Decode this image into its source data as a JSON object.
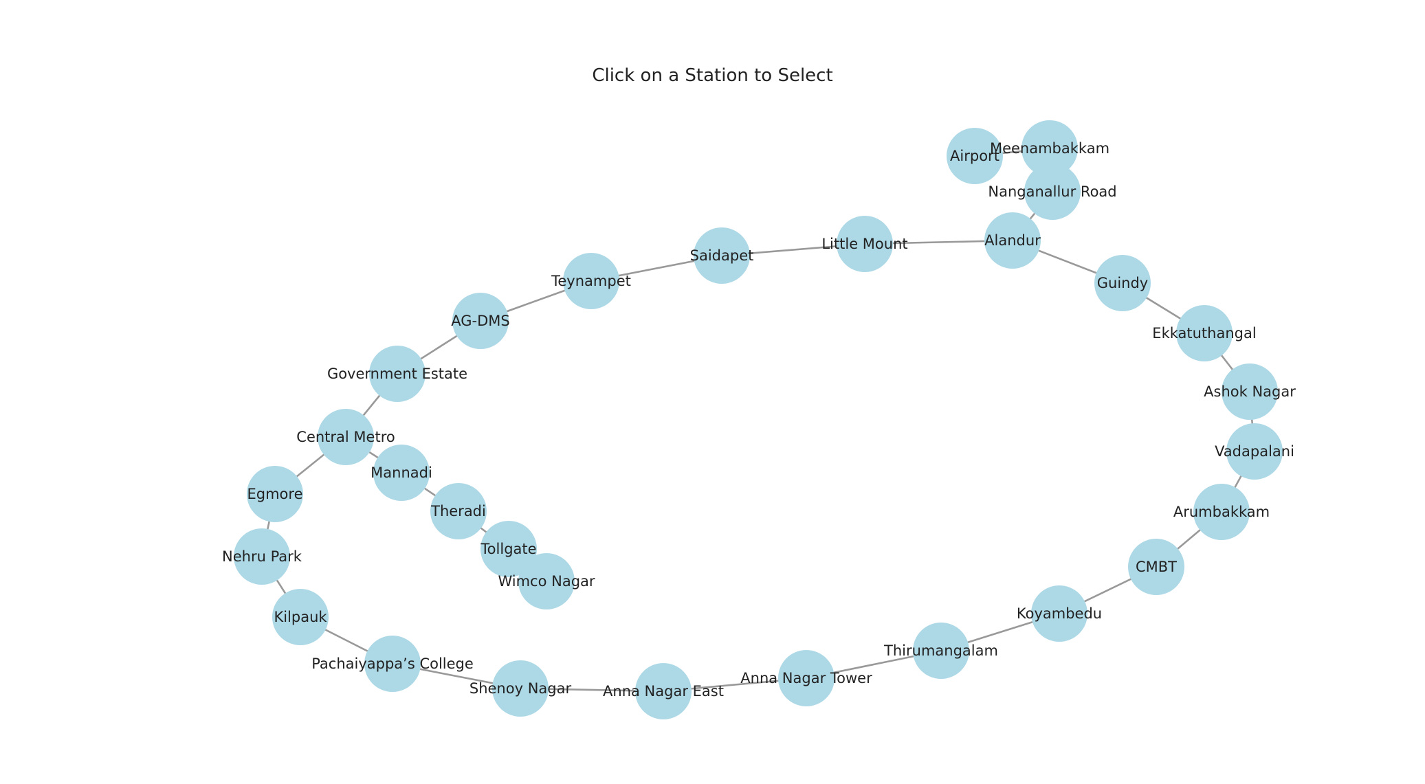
{
  "title": "Click on a Station to Select",
  "colors": {
    "node": "#add8e6",
    "edge": "#999999",
    "text": "#222222"
  },
  "stations": [
    "Airport",
    "Meenambakkam",
    "Nanganallur Road",
    "Alandur",
    "Little Mount",
    "Saidapet",
    "Teynampet",
    "AG-DMS",
    "Government Estate",
    "Central Metro",
    "Egmore",
    "Nehru Park",
    "Kilpauk",
    "Pachaiyappa’s College",
    "Shenoy Nagar",
    "Anna Nagar East",
    "Anna Nagar Tower",
    "Thirumangalam",
    "Koyambedu",
    "CMBT",
    "Arumbakkam",
    "Vadapalani",
    "Ashok Nagar",
    "Ekkatuthangal",
    "Guindy",
    "Mannadi",
    "Theradi",
    "Tollgate",
    "Wimco Nagar"
  ],
  "connections": [
    [
      "Airport",
      "Meenambakkam"
    ],
    [
      "Meenambakkam",
      "Nanganallur Road"
    ],
    [
      "Nanganallur Road",
      "Alandur"
    ],
    [
      "Alandur",
      "Little Mount"
    ],
    [
      "Little Mount",
      "Saidapet"
    ],
    [
      "Saidapet",
      "Teynampet"
    ],
    [
      "Teynampet",
      "AG-DMS"
    ],
    [
      "AG-DMS",
      "Government Estate"
    ],
    [
      "Government Estate",
      "Central Metro"
    ],
    [
      "Central Metro",
      "Egmore"
    ],
    [
      "Egmore",
      "Nehru Park"
    ],
    [
      "Nehru Park",
      "Kilpauk"
    ],
    [
      "Kilpauk",
      "Pachaiyappa’s College"
    ],
    [
      "Pachaiyappa’s College",
      "Shenoy Nagar"
    ],
    [
      "Shenoy Nagar",
      "Anna Nagar East"
    ],
    [
      "Anna Nagar East",
      "Anna Nagar Tower"
    ],
    [
      "Anna Nagar Tower",
      "Thirumangalam"
    ],
    [
      "Thirumangalam",
      "Koyambedu"
    ],
    [
      "Koyambedu",
      "CMBT"
    ],
    [
      "CMBT",
      "Arumbakkam"
    ],
    [
      "Arumbakkam",
      "Vadapalani"
    ],
    [
      "Vadapalani",
      "Ashok Nagar"
    ],
    [
      "Ashok Nagar",
      "Ekkatuthangal"
    ],
    [
      "Ekkatuthangal",
      "Guindy"
    ],
    [
      "Guindy",
      "Alandur"
    ],
    [
      "Central Metro",
      "Mannadi"
    ],
    [
      "Mannadi",
      "Theradi"
    ],
    [
      "Theradi",
      "Tollgate"
    ],
    [
      "Tollgate",
      "Wimco Nagar"
    ]
  ]
}
